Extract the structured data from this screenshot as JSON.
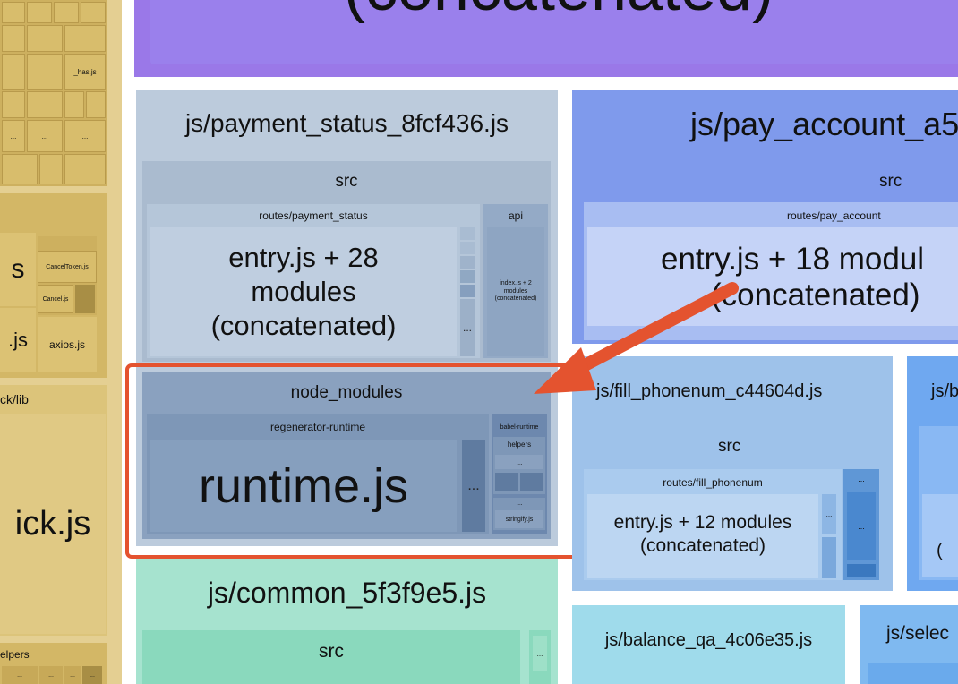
{
  "left_column": {
    "tiny_labels": {
      "has": "_has.js",
      "cancel_token": "CancelToken.js",
      "cancel": "Cancel.js",
      "axios": "axios.js",
      "big_s": "s",
      "big_js": ".js",
      "lib": "ck/lib",
      "ick": "ick.js",
      "helpers": "elpers",
      "dots": "..."
    }
  },
  "top_purple": {
    "label": "(concatenated)"
  },
  "payment_status": {
    "title": "js/payment_status_8fcf436.js",
    "src": {
      "label": "src",
      "routes_label": "routes/payment_status",
      "entry_label": "entry.js + 28 modules (concatenated)",
      "api_label": "api",
      "api_index": "index.js + 2 modules (concatenated)",
      "dots": "..."
    },
    "node_modules": {
      "label": "node_modules",
      "regen_label": "regenerator-runtime",
      "runtime_label": "runtime.js",
      "dots": "...",
      "babel_label": "babel-runtime",
      "helpers_label": "helpers",
      "stringify_label": "stringify.js"
    }
  },
  "pay_account": {
    "title": "js/pay_account_a5",
    "src_label": "src",
    "routes_label": "routes/pay_account",
    "entry_line1": "entry.js + 18 modul",
    "entry_line2": "(concatenated)"
  },
  "fill_phonenum": {
    "title": "js/fill_phonenum_c44604d.js",
    "src_label": "src",
    "routes_label": "routes/fill_phonenum",
    "entry_line1": "entry.js + 12 modules",
    "entry_line2": "(concatenated)",
    "dots": "..."
  },
  "right_partial": {
    "title": "js/b",
    "letter": "("
  },
  "common": {
    "title": "js/common_5f3f9e5.js",
    "src_label": "src",
    "dots": "..."
  },
  "balance_qa": {
    "title": "js/balance_qa_4c06e35.js"
  },
  "select_partial": {
    "title": "js/selec"
  },
  "colors": {
    "highlight_border": "#e4532f",
    "arrow": "#e4532f",
    "purple": "#9a78e8",
    "payment_status_bg": "#bccbdc",
    "pay_account_bg": "#7f9aec",
    "fill_phonenum_bg": "#9ec2ea",
    "common_bg": "#a6e3cf",
    "balance_bg": "#9fdbeb",
    "left_gold": "#d5b96a"
  }
}
